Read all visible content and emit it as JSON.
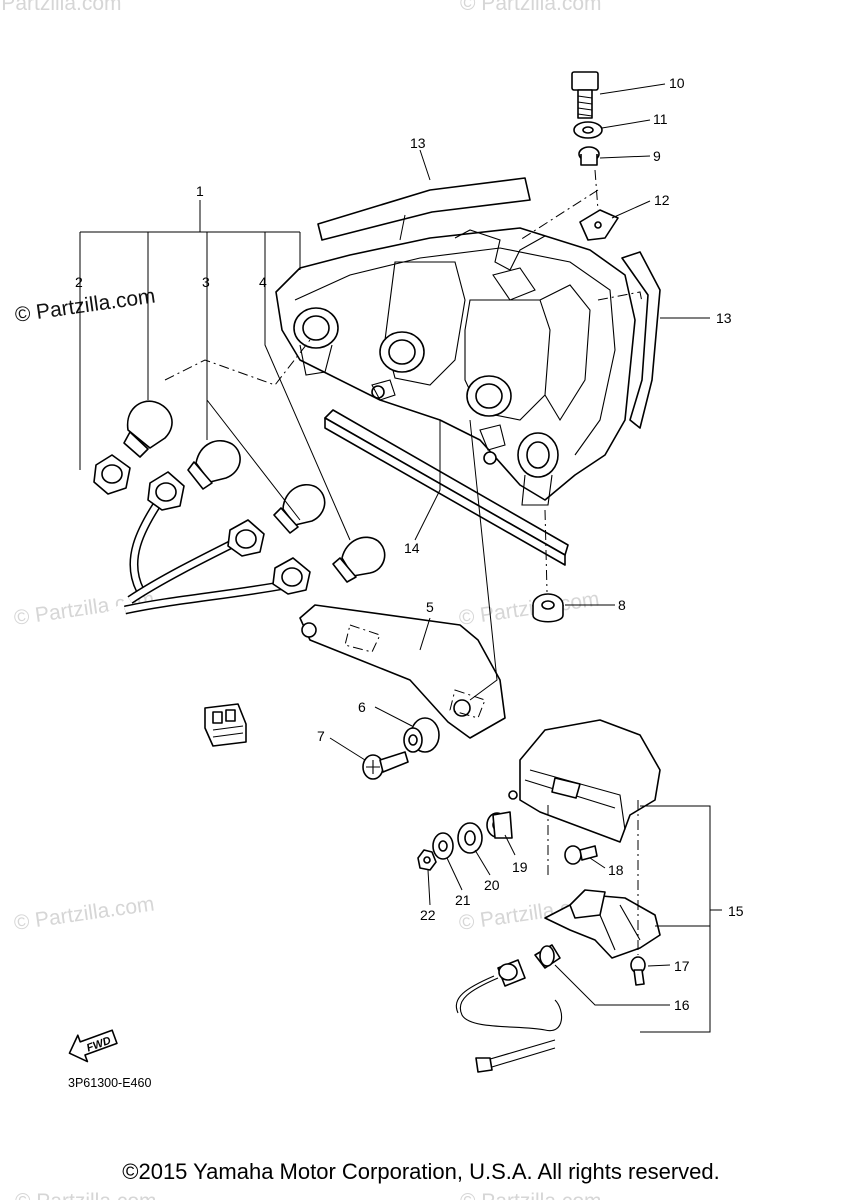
{
  "watermark": "© Partzilla.com",
  "callouts": {
    "c1": "1",
    "c2": "2",
    "c3": "3",
    "c4": "4",
    "c5": "5",
    "c6": "6",
    "c7": "7",
    "c8": "8",
    "c9": "9",
    "c10": "10",
    "c11": "11",
    "c12": "12",
    "c13a": "13",
    "c13b": "13",
    "c14": "14",
    "c15": "15",
    "c16": "16",
    "c17": "17",
    "c18": "18",
    "c19": "19",
    "c20": "20",
    "c21": "21",
    "c22": "22"
  },
  "fwd_label": "FWD",
  "diagram_code": "3P61300-E460",
  "copyright": "©2015 Yamaha Motor Corporation, U.S.A. All rights reserved."
}
